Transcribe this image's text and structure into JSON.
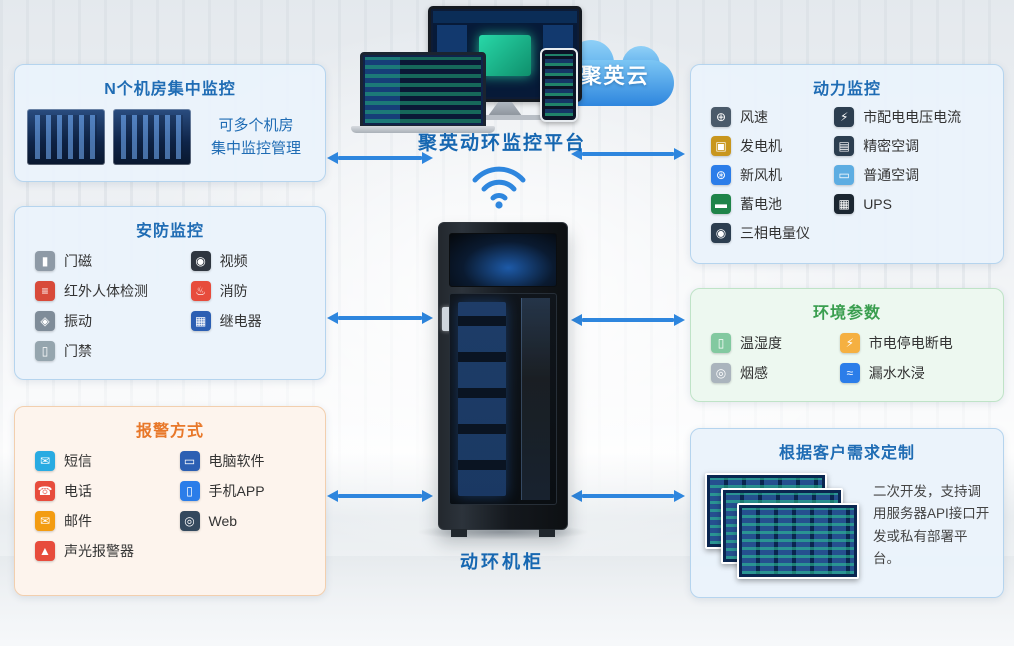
{
  "colors": {
    "accent_blue": "#2e86de",
    "title_blue": "#1f6cb4",
    "title_orange": "#e8782a",
    "title_green": "#3a9e4f"
  },
  "cloud": {
    "label": "聚英云"
  },
  "platform": {
    "title": "聚英动环监控平台"
  },
  "cabinet": {
    "label": "动环机柜"
  },
  "panels": {
    "rooms": {
      "title": "N个机房集中监控",
      "caption_line1": "可多个机房",
      "caption_line2": "集中监控管理"
    },
    "security": {
      "title": "安防监控",
      "items": [
        {
          "label": "门磁",
          "icon": "door-magnet-icon",
          "glyph": "▮",
          "color": "#8e9aa6"
        },
        {
          "label": "视频",
          "icon": "video-camera-icon",
          "glyph": "◉",
          "color": "#2f3640"
        },
        {
          "label": "红外人体检测",
          "icon": "infrared-detector-icon",
          "glyph": "≡",
          "color": "#d84a3a"
        },
        {
          "label": "消防",
          "icon": "fire-protection-icon",
          "glyph": "♨",
          "color": "#e74c3c"
        },
        {
          "label": "振动",
          "icon": "vibration-sensor-icon",
          "glyph": "◈",
          "color": "#7f8c99"
        },
        {
          "label": "继电器",
          "icon": "relay-icon",
          "glyph": "▦",
          "color": "#2c5fb3"
        },
        {
          "label": "门禁",
          "icon": "access-control-icon",
          "glyph": "▯",
          "color": "#95a5ae"
        }
      ]
    },
    "alarm": {
      "title": "报警方式",
      "items": [
        {
          "label": "短信",
          "icon": "sms-icon",
          "glyph": "✉",
          "color": "#29abe2"
        },
        {
          "label": "电脑软件",
          "icon": "pc-software-icon",
          "glyph": "▭",
          "color": "#2c5fb3"
        },
        {
          "label": "电话",
          "icon": "telephone-icon",
          "glyph": "☎",
          "color": "#e74c3c"
        },
        {
          "label": "手机APP",
          "icon": "mobile-app-icon",
          "glyph": "▯",
          "color": "#2b7de9"
        },
        {
          "label": "邮件",
          "icon": "email-icon",
          "glyph": "✉",
          "color": "#f39c12"
        },
        {
          "label": "Web",
          "icon": "web-browser-icon",
          "glyph": "◎",
          "color": "#34495e"
        },
        {
          "label": "声光报警器",
          "icon": "siren-icon",
          "glyph": "▲",
          "color": "#e74c3c"
        }
      ]
    },
    "power": {
      "title": "动力监控",
      "items": [
        {
          "label": "风速",
          "icon": "anemometer-icon",
          "glyph": "⊕",
          "color": "#4a5a6a"
        },
        {
          "label": "市配电电压电流",
          "icon": "power-distribution-icon",
          "glyph": "⚡",
          "color": "#2c3e50"
        },
        {
          "label": "发电机",
          "icon": "generator-icon",
          "glyph": "▣",
          "color": "#c8961e"
        },
        {
          "label": "精密空调",
          "icon": "precision-ac-icon",
          "glyph": "▤",
          "color": "#2c3e50"
        },
        {
          "label": "新风机",
          "icon": "fresh-air-fan-icon",
          "glyph": "⊛",
          "color": "#2b7de9"
        },
        {
          "label": "普通空调",
          "icon": "air-conditioner-icon",
          "glyph": "▭",
          "color": "#5dade2"
        },
        {
          "label": "蓄电池",
          "icon": "battery-icon",
          "glyph": "▬",
          "color": "#1e8449"
        },
        {
          "label": "UPS",
          "icon": "ups-icon",
          "glyph": "▦",
          "color": "#1b2631"
        },
        {
          "label": "三相电量仪",
          "icon": "power-meter-icon",
          "glyph": "◉",
          "color": "#2c3e50"
        }
      ]
    },
    "environment": {
      "title": "环境参数",
      "items": [
        {
          "label": "温湿度",
          "icon": "temp-humidity-sensor-icon",
          "glyph": "▯",
          "color": "#82c9a0"
        },
        {
          "label": "市电停电断电",
          "icon": "power-outage-icon",
          "glyph": "⚡",
          "color": "#f5b041"
        },
        {
          "label": "烟感",
          "icon": "smoke-detector-icon",
          "glyph": "◎",
          "color": "#aab4bd"
        },
        {
          "label": "漏水水浸",
          "icon": "water-leak-icon",
          "glyph": "≈",
          "color": "#2b7de9"
        }
      ]
    },
    "custom": {
      "title": "根据客户需求定制",
      "caption": "二次开发，支持调用服务器API接口开发或私有部署平台。"
    }
  }
}
